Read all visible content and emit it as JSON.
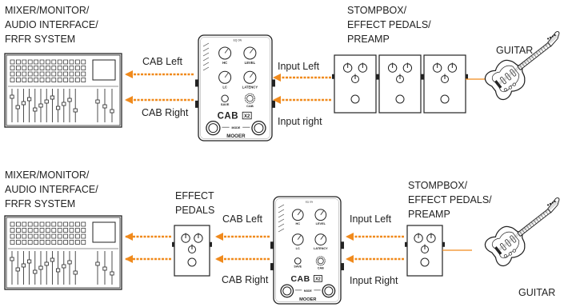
{
  "colors": {
    "arrow": "#f08a1c",
    "line": "#333333",
    "signal": "#f08a1c"
  },
  "diagram_top": {
    "mixer_label": [
      "MIXER/MONITOR/",
      "AUDIO INTERFACE/",
      "FRFR SYSTEM"
    ],
    "stomp_label": [
      "STOMPBOX/",
      "EFFECT PEDALS/",
      "PREAMP"
    ],
    "guitar_label": "GUITAR",
    "cab_left": "CAB Left",
    "cab_right": "CAB Right",
    "input_left": "Input Left",
    "input_right": "Input right"
  },
  "diagram_bottom": {
    "mixer_label": [
      "MIXER/MONITOR/",
      "AUDIO INTERFACE/",
      "FRFR SYSTEM"
    ],
    "effect_label": [
      "EFFECT",
      "PEDALS"
    ],
    "stomp_label": [
      "STOMPBOX/",
      "EFFECT PEDALS/",
      "PREAMP"
    ],
    "guitar_label": "GUITAR",
    "cab_left": "CAB Left",
    "cab_right": "CAB Right",
    "input_left": "Input Left",
    "input_right": "Input Right"
  },
  "device": {
    "brand": "MOOER",
    "model": "CAB",
    "model_suffix": "X2",
    "knob_labels": [
      "HC",
      "LEVEL",
      "LC",
      "LATENCY"
    ],
    "save_label": "SAVE",
    "cab_label": "CAB",
    "mode_label": "MODE"
  }
}
